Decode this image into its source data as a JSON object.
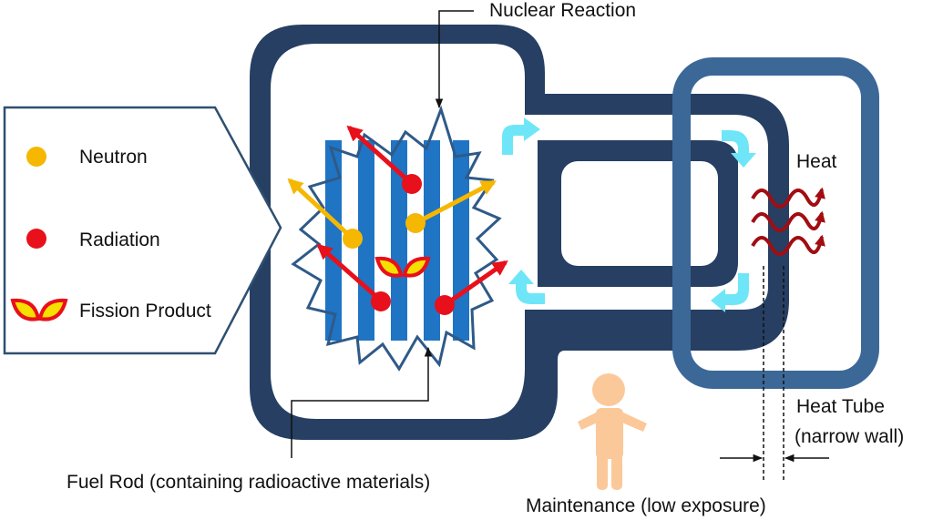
{
  "labels": {
    "nuclear_reaction": "Nuclear Reaction",
    "heat": "Heat",
    "heat_tube_line1": "Heat Tube",
    "heat_tube_line2": "(narrow wall)",
    "fuel_rod": "Fuel Rod (containing radioactive materials)",
    "maintenance": "Maintenance (low exposure)"
  },
  "legend": {
    "items": [
      {
        "label": "Neutron",
        "symbol": "circle",
        "color": "#f5b700"
      },
      {
        "label": "Radiation",
        "symbol": "circle",
        "color": "#e8101a"
      },
      {
        "label": "Fission Product",
        "symbol": "fission-shells",
        "color": "#f5e000"
      }
    ]
  },
  "colors": {
    "reactor_vessel": "#263f63",
    "heat_tube": "#3c6898",
    "fuel_rod": "#1f74c4",
    "coolant_arrow": "#6ee6f8",
    "heat_wave": "#a10d12",
    "neutron": "#f5b700",
    "radiation": "#e8101a",
    "fission_fill": "#f5e000",
    "person": "#fbc999",
    "legend_border": "#2f4f70"
  }
}
